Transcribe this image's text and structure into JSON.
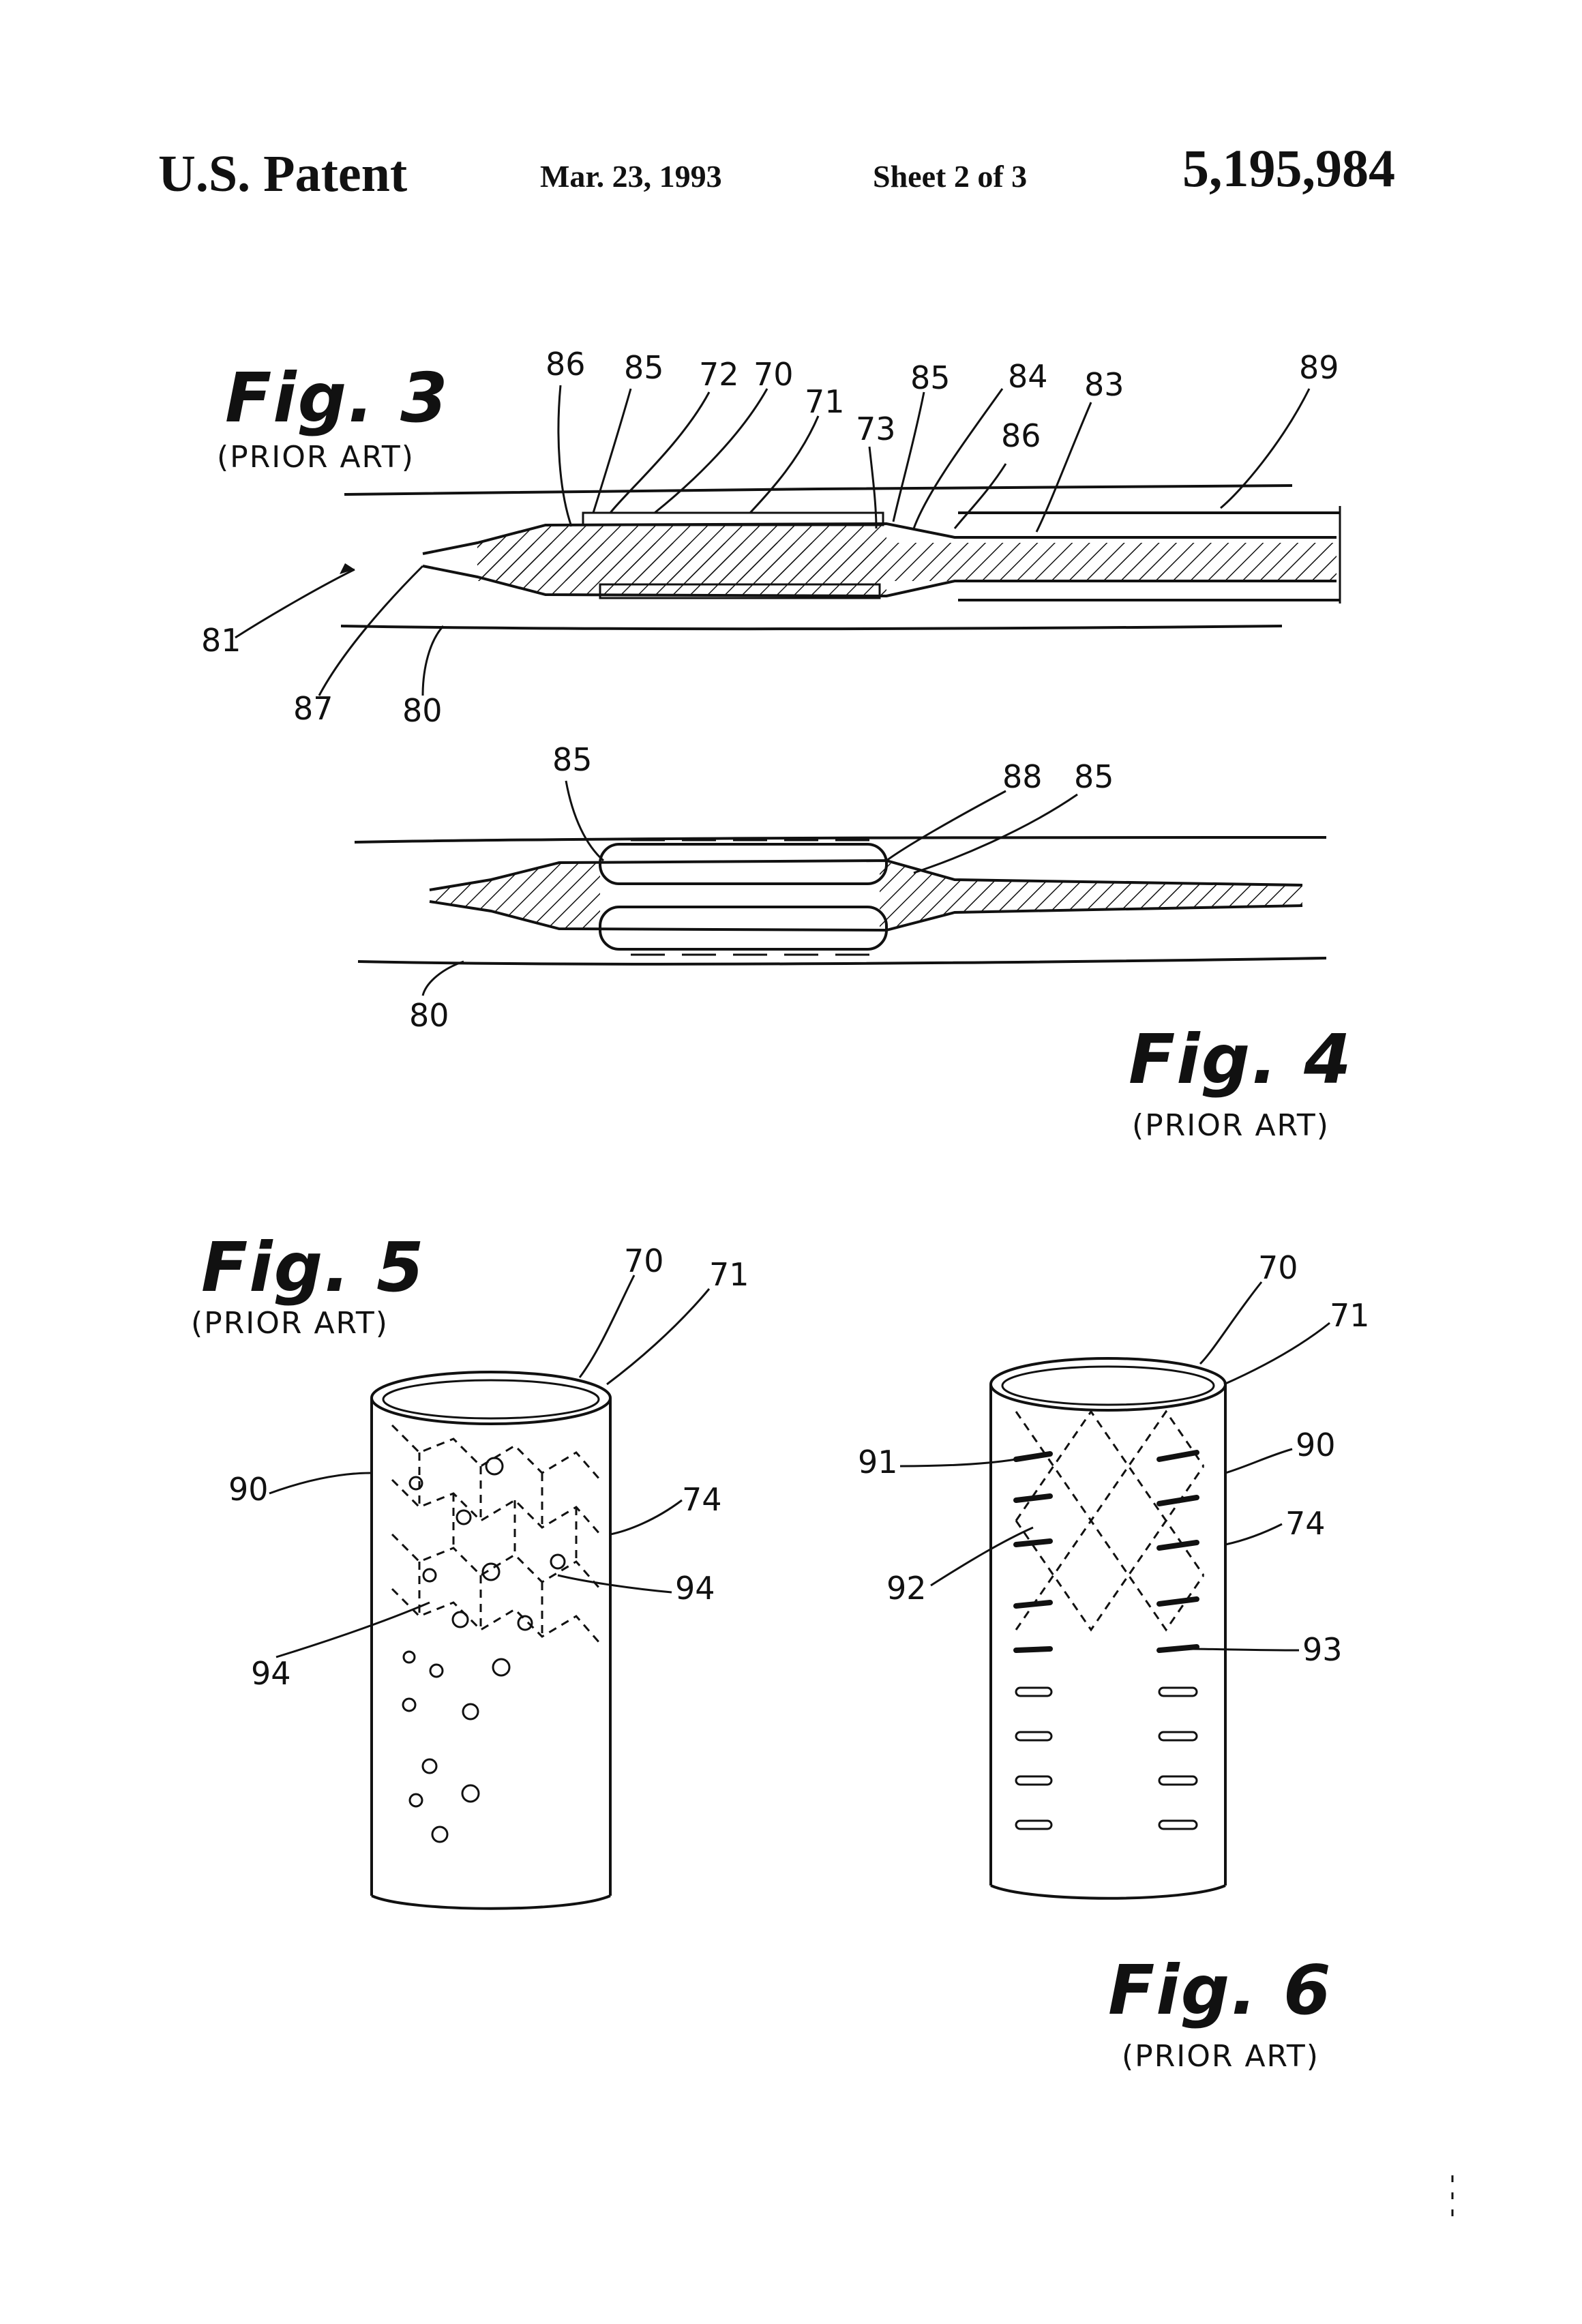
{
  "header": {
    "title": "U.S. Patent",
    "date": "Mar. 23, 1993",
    "sheet": "Sheet 2 of 3",
    "patent_number": "5,195,984"
  },
  "figures": [
    {
      "label": "Fig. 3",
      "note": "(PRIOR ART)"
    },
    {
      "label": "Fig. 4",
      "note": "(PRIOR ART)"
    },
    {
      "label": "Fig. 5",
      "note": "(PRIOR ART)"
    },
    {
      "label": "Fig. 6",
      "note": "(PRIOR ART)"
    }
  ],
  "refs": {
    "fig3": [
      "86",
      "85",
      "72",
      "70",
      "71",
      "73",
      "85",
      "84",
      "86",
      "83",
      "89",
      "81",
      "87",
      "80"
    ],
    "fig4": [
      "85",
      "88",
      "85",
      "80"
    ],
    "fig5": [
      "70",
      "71",
      "90",
      "74",
      "94",
      "94"
    ],
    "fig6": [
      "70",
      "71",
      "91",
      "90",
      "74",
      "92",
      "93"
    ]
  },
  "colors": {
    "ink": "#111111",
    "paper": "#ffffff"
  }
}
